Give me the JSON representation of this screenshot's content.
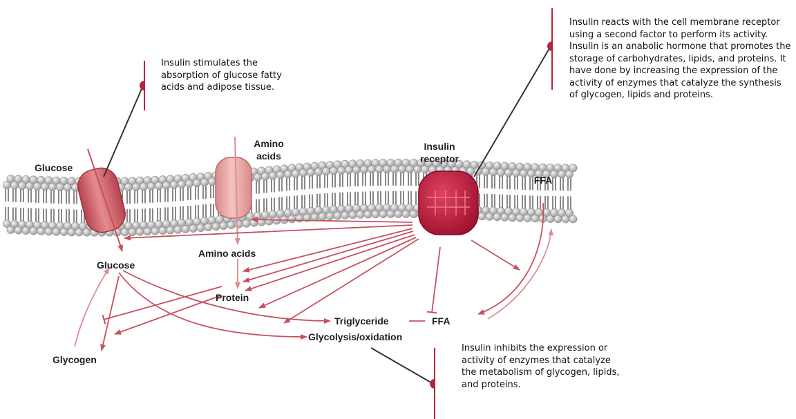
{
  "colors": {
    "accent_line": "#b3263f",
    "arrow": "#c8505e",
    "arrow_light": "#db8f92",
    "channel": "#d5707a",
    "channel_light": "#eba3a3",
    "receptor": "#b2163a",
    "lipid_head": "#c9c9c9",
    "lipid_tail": "#555555"
  },
  "annotations": {
    "stimulates": "Insulin stimulates the absorption of glucose fatty acids and adipose tissue.",
    "reacts": "Insulin reacts with the cell membrane receptor using a second factor to perform its activity. Insulin is an anabolic hormone that promotes the storage of carbohydrates, lipids, and proteins. It have done by increasing the expression of the activity of enzymes that catalyze the synthesis of glycogen, lipids and proteins.",
    "inhibits": "Insulin inhibits the expression or activity of enzymes that catalyze the metabolism of glycogen, lipids, and proteins."
  },
  "membrane_labels": {
    "glucose": "Glucose",
    "amino_acids_line1": "Amino",
    "amino_acids_line2": "acids",
    "insulin_receptor_line1": "Insulin",
    "insulin_receptor_line2": "receptor",
    "ffa_top": "FFA"
  },
  "pathway_labels": {
    "glucose": "Glucose",
    "amino_acids": "Amino acids",
    "protein": "Protein",
    "triglyceride": "Triglyceride",
    "ffa": "FFA",
    "glycolysis": "Glycolysis/oxidation",
    "glycogen": "Glycogen"
  }
}
